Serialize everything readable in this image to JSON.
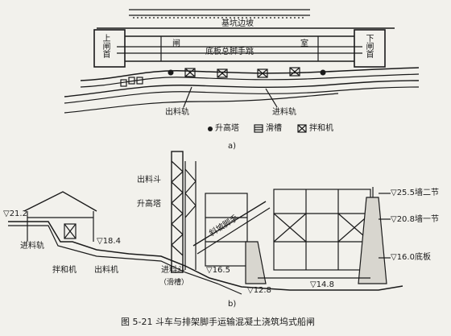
{
  "plan": {
    "top_slope_label": "基坑边坡",
    "upper_gate_label": "上闸首",
    "lower_gate_label": "下闸首",
    "lock_char_1": "闸",
    "lock_char_2": "室",
    "floor_scaffold_label": "底板总脚手跳",
    "outgoing_track_label": "出料轨",
    "incoming_track_label": "进料轨",
    "legend": [
      {
        "icon": "solid-dot",
        "label": "升高塔"
      },
      {
        "icon": "hatched-box",
        "label": "滑槽"
      },
      {
        "icon": "crossed-box",
        "label": "拌和机"
      }
    ],
    "caption": "a)"
  },
  "section": {
    "outgoing_hopper": "出料斗",
    "lift_tower": "升高塔",
    "slope_scaffold": "斜坡脚手",
    "incoming_track": "进料轨",
    "mixer": "拌和机",
    "outgoing_track": "出料机",
    "incoming_hopper": "进料斗",
    "chute": "（滑槽）",
    "elev_212": "▽21.2",
    "elev_184": "▽18.4",
    "elev_165": "▽16.5",
    "elev_148": "▽14.8",
    "elev_128": "▽12.8",
    "elev_255": "▽25.5墙二节",
    "elev_208": "▽20.8墙一节",
    "elev_160": "▽16.0底板",
    "caption": "b)"
  },
  "figure_caption": "图 5-21   斗车与排架脚手运输混凝土浇筑坞式船闸"
}
